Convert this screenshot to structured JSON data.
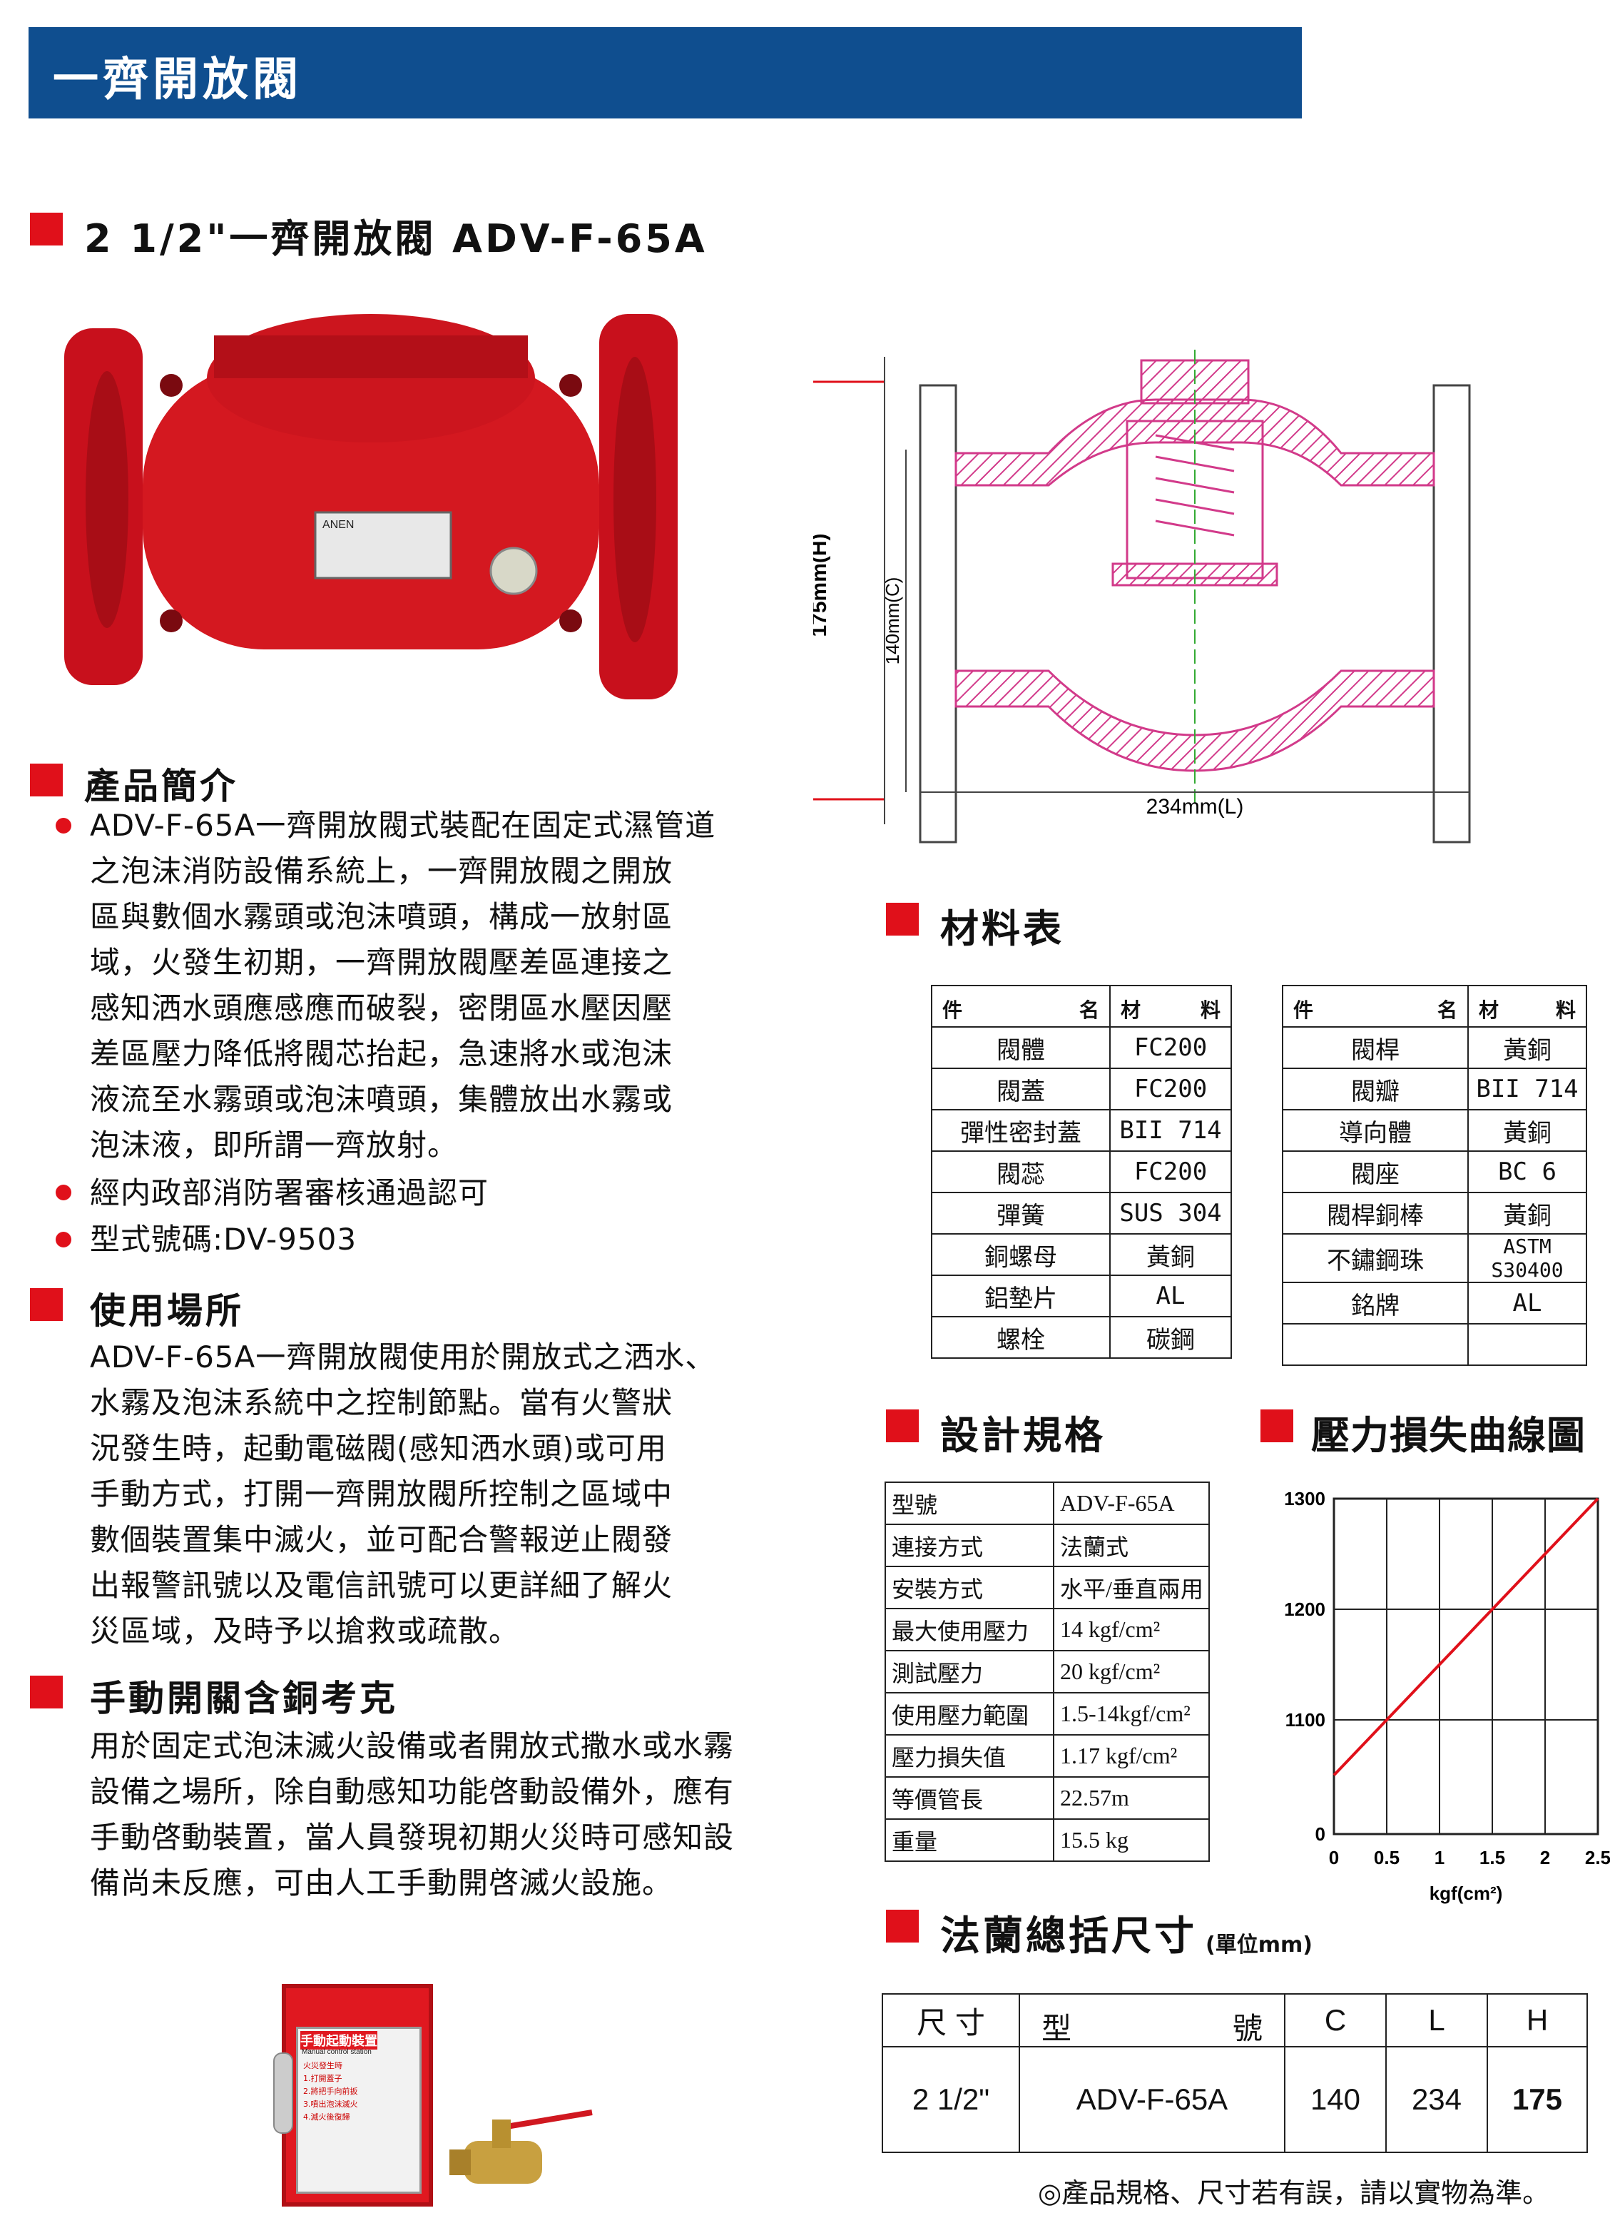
{
  "banner": {
    "title": "一齊開放閥"
  },
  "product": {
    "heading": "2 1/2\"一齊開放閥 ADV-F-65A"
  },
  "nameplate": {
    "brand": "ANEN"
  },
  "drawing": {
    "height_label": "175mm(H)",
    "c_label": "140mm(C)",
    "length_label": "234mm(L)"
  },
  "intro": {
    "heading": "產品簡介",
    "bullet1_lines": [
      "ADV-F-65A一齊開放閥式裝配在固定式濕管道",
      "之泡沫消防設備系統上，一齊開放閥之開放",
      "區與數個水霧頭或泡沫噴頭，構成一放射區",
      "域，火發生初期，一齊開放閥壓差區連接之",
      "感知洒水頭應感應而破裂，密閉區水壓因壓",
      "差區壓力降低將閥芯抬起，急速將水或泡沫",
      "液流至水霧頭或泡沫噴頭，集體放出水霧或",
      "泡沫液，即所謂一齊放射。"
    ],
    "bullet2": "經内政部消防署審核通過認可",
    "bullet3": "型式號碼:DV-9503"
  },
  "usage": {
    "heading": "使用場所",
    "lines": [
      "ADV-F-65A一齊開放閥使用於開放式之洒水、",
      "水霧及泡沫系統中之控制節點。當有火警狀",
      "況發生時，起動電磁閥(感知洒水頭)或可用",
      "手動方式，打開一齊開放閥所控制之區域中",
      "數個裝置集中滅火，並可配合警報逆止閥發",
      "出報警訊號以及電信訊號可以更詳細了解火",
      "災區域，及時予以搶救或疏散。"
    ]
  },
  "manual": {
    "heading": "手動開關含銅考克",
    "lines": [
      "用於固定式泡沫滅火設備或者開放式撒水或水霧",
      "設備之場所，除自動感知功能啓動設備外，應有",
      "手動啓動裝置，當人員發現初期火災時可感知設",
      "備尚未反應，可由人工手動開啓滅火設施。"
    ],
    "box_title": "手動起動裝置",
    "box_sub": "Manual control station",
    "box_lines": [
      "火災發生時",
      "1.打開蓋子",
      "2.將把手向前扳",
      "3.噴出泡沫滅火",
      "4.滅火後復歸"
    ]
  },
  "materials": {
    "heading": "材料表",
    "head_part": [
      "件",
      "名"
    ],
    "head_mat": [
      "材",
      "料"
    ],
    "left": [
      {
        "part": "閥體",
        "mat": "FC200"
      },
      {
        "part": "閥蓋",
        "mat": "FC200"
      },
      {
        "part": "彈性密封蓋",
        "mat": "BII 714"
      },
      {
        "part": "閥蕊",
        "mat": "FC200"
      },
      {
        "part": "彈簧",
        "mat": "SUS 304"
      },
      {
        "part": "銅螺母",
        "mat": "黃銅"
      },
      {
        "part": "鋁墊片",
        "mat": "AL"
      },
      {
        "part": "螺栓",
        "mat": "碳鋼"
      }
    ],
    "right": [
      {
        "part": "閥桿",
        "mat": "黃銅"
      },
      {
        "part": "閥瓣",
        "mat": "BII 714"
      },
      {
        "part": "導向體",
        "mat": "黃銅"
      },
      {
        "part": "閥座",
        "mat": "BC 6"
      },
      {
        "part": "閥桿銅棒",
        "mat": "黃銅"
      },
      {
        "part": "不鏽鋼珠",
        "mat": "ASTM S30400"
      },
      {
        "part": "銘牌",
        "mat": "AL"
      },
      {
        "part": "",
        "mat": ""
      }
    ]
  },
  "spec": {
    "heading": "設計規格",
    "rows": [
      {
        "k": "型號",
        "v": "ADV-F-65A"
      },
      {
        "k": "連接方式",
        "v": "法蘭式"
      },
      {
        "k": "安裝方式",
        "v": "水平/垂直兩用"
      },
      {
        "k": "最大使用壓力",
        "v": "14 kgf/cm²"
      },
      {
        "k": "測試壓力",
        "v": "20 kgf/cm²"
      },
      {
        "k": "使用壓力範圍",
        "v": "1.5-14kgf/cm²"
      },
      {
        "k": "壓力損失值",
        "v": "1.17 kgf/cm²"
      },
      {
        "k": "等價管長",
        "v": "22.57m"
      },
      {
        "k": "重量",
        "v": "15.5 kg"
      }
    ]
  },
  "chart_data": {
    "type": "line",
    "title": "壓力損失曲線圖",
    "xlabel": "kgf(cm²)",
    "ylabel": "",
    "x_ticks": [
      "0",
      "0.5",
      "1",
      "1.5",
      "2",
      "2.5"
    ],
    "y_ticks": [
      "0",
      "1100",
      "1200",
      "1300"
    ],
    "xlim": [
      0,
      2.5
    ],
    "series": [
      {
        "x": [
          0,
          2.5
        ],
        "y": [
          1050,
          1300
        ]
      }
    ],
    "grid": true,
    "line_color": "#e0101a"
  },
  "flange": {
    "heading": "法蘭總括尺寸",
    "unit": "(單位mm)",
    "headers": [
      "尺  寸",
      "型",
      "號",
      "C",
      "L",
      "H"
    ],
    "row": [
      "2 1/2\"",
      "ADV-F-65A",
      "140",
      "234",
      "175"
    ]
  },
  "footer": {
    "note": "◎產品規格、尺寸若有誤，請以實物為準。"
  }
}
